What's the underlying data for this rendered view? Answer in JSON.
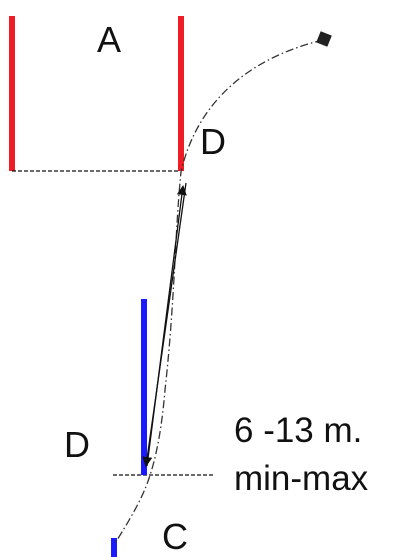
{
  "labels": {
    "zone_a": "A",
    "zone_d_top": "D",
    "zone_d_bottom": "D",
    "zone_c": "C",
    "distance_range": "6 -13 m.",
    "distance_note": "min-max"
  },
  "colors": {
    "zone_a_boundary": "#ee1c24",
    "zone_c_boundary": "#1a1aff",
    "line": "#111111",
    "marker": "#222222"
  }
}
